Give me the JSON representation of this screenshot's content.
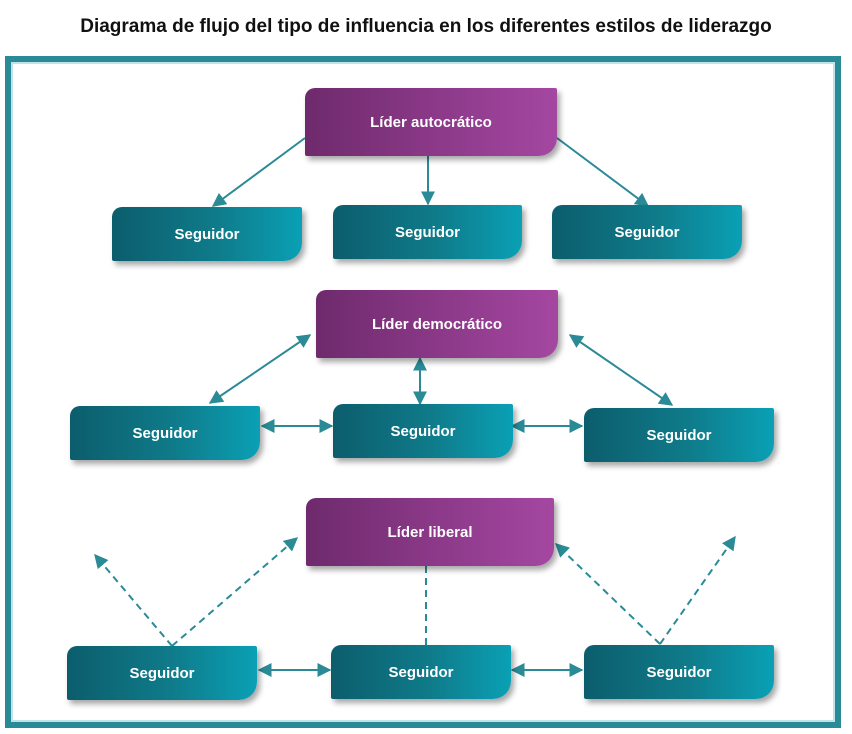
{
  "title": "Diagrama de flujo del tipo de influencia en los diferentes estilos de liderazgo",
  "colors": {
    "frame": "#2a8b96",
    "leader": "#8d3a8a",
    "follower": "#0f7b8a",
    "arrow": "#2a8b96"
  },
  "sections": {
    "autocratic": {
      "leader": "Líder autocrático",
      "followers": [
        "Seguidor",
        "Seguidor",
        "Seguidor"
      ]
    },
    "democratic": {
      "leader": "Líder democrático",
      "followers": [
        "Seguidor",
        "Seguidor",
        "Seguidor"
      ]
    },
    "liberal": {
      "leader": "Líder liberal",
      "followers": [
        "Seguidor",
        "Seguidor",
        "Seguidor"
      ]
    }
  }
}
